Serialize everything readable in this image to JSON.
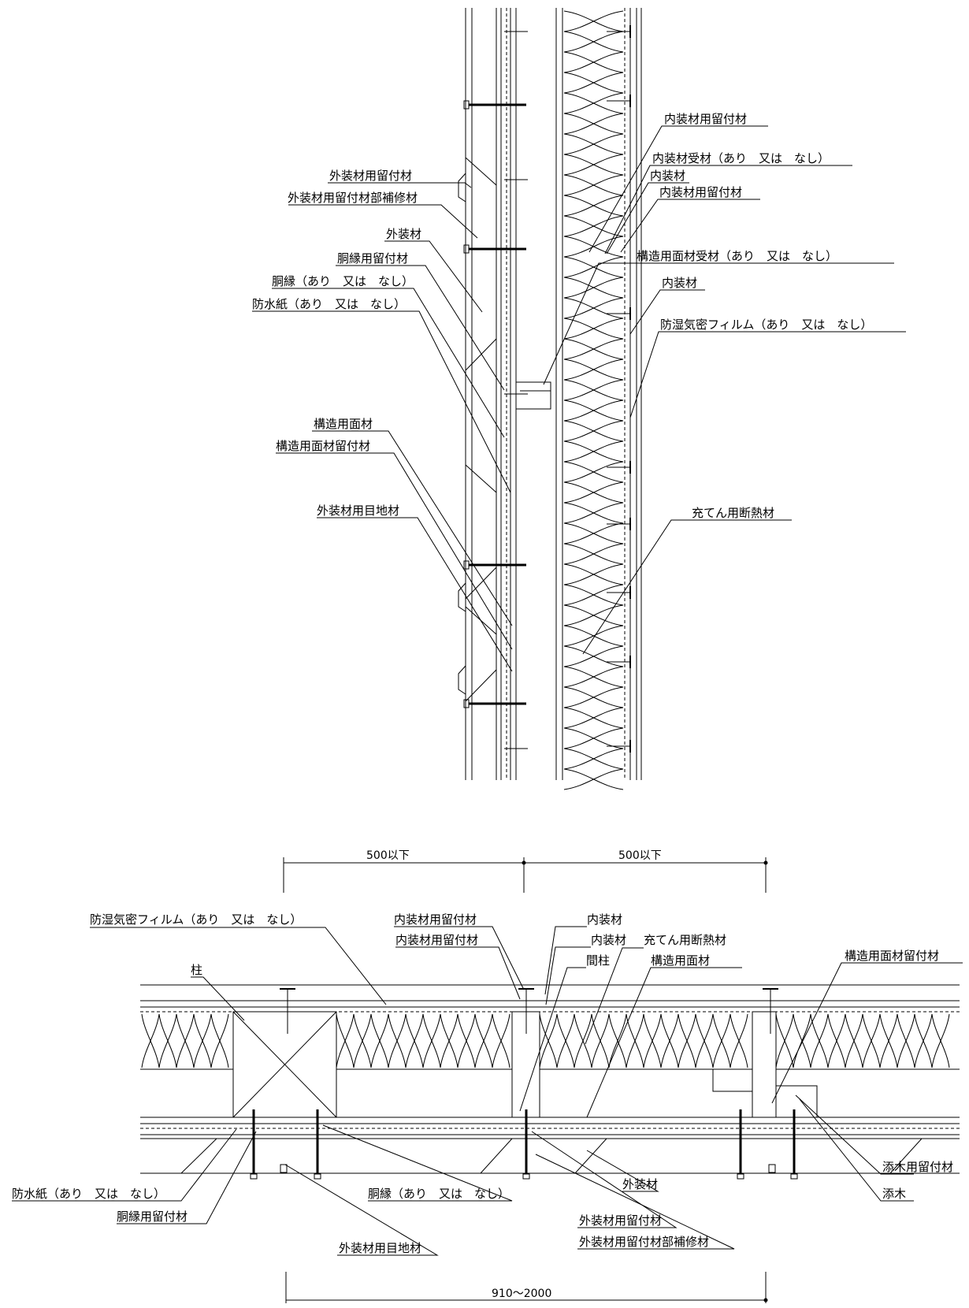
{
  "colors": {
    "line": "#000000",
    "background": "#ffffff"
  },
  "section": {
    "labels": {
      "exterior_fastener": "外装材用留付材",
      "exterior_fastener_repair": "外装材用留付材部補修材",
      "exterior_material": "外装材",
      "furring_fastener": "胴縁用留付材",
      "furring": "胴縁（あり　又は　なし）",
      "waterproof_paper": "防水紙（あり　又は　なし）",
      "structural_panel": "構造用面材",
      "structural_panel_fastener": "構造用面材留付材",
      "exterior_joint": "外装材用目地材",
      "interior_fastener_1": "内装材用留付材",
      "interior_receiver": "内装材受材（あり　又は　なし）",
      "interior_material_1": "内装材",
      "interior_fastener_2": "内装材用留付材",
      "structural_receiver": "構造用面材受材（あり　又は　なし）",
      "interior_material_2": "内装材",
      "vapor_barrier": "防湿気密フィルム（あり　又は　なし）",
      "insulation": "充てん用断熱材"
    }
  },
  "plan": {
    "dimensions": {
      "spacing_left": "500以下",
      "spacing_right": "500以下",
      "overall": "910～2000"
    },
    "labels": {
      "vapor_barrier": "防湿気密フィルム（あり　又は　なし）",
      "column": "柱",
      "interior_fastener_1": "内装材用留付材",
      "interior_fastener_2": "内装材用留付材",
      "interior_material_1": "内装材",
      "interior_material_2": "内装材",
      "insulation": "充てん用断熱材",
      "stud": "間柱",
      "structural_panel": "構造用面材",
      "structural_panel_fastener": "構造用面材留付材",
      "waterproof_paper": "防水紙（あり　又は　なし）",
      "furring_fastener": "胴縁用留付材",
      "exterior_joint": "外装材用目地材",
      "furring": "胴縁（あり　又は　なし）",
      "exterior_material": "外装材",
      "exterior_fastener": "外装材用留付材",
      "exterior_fastener_repair": "外装材用留付材部補修材",
      "blocking_fastener": "添木用留付材",
      "blocking": "添木"
    }
  }
}
